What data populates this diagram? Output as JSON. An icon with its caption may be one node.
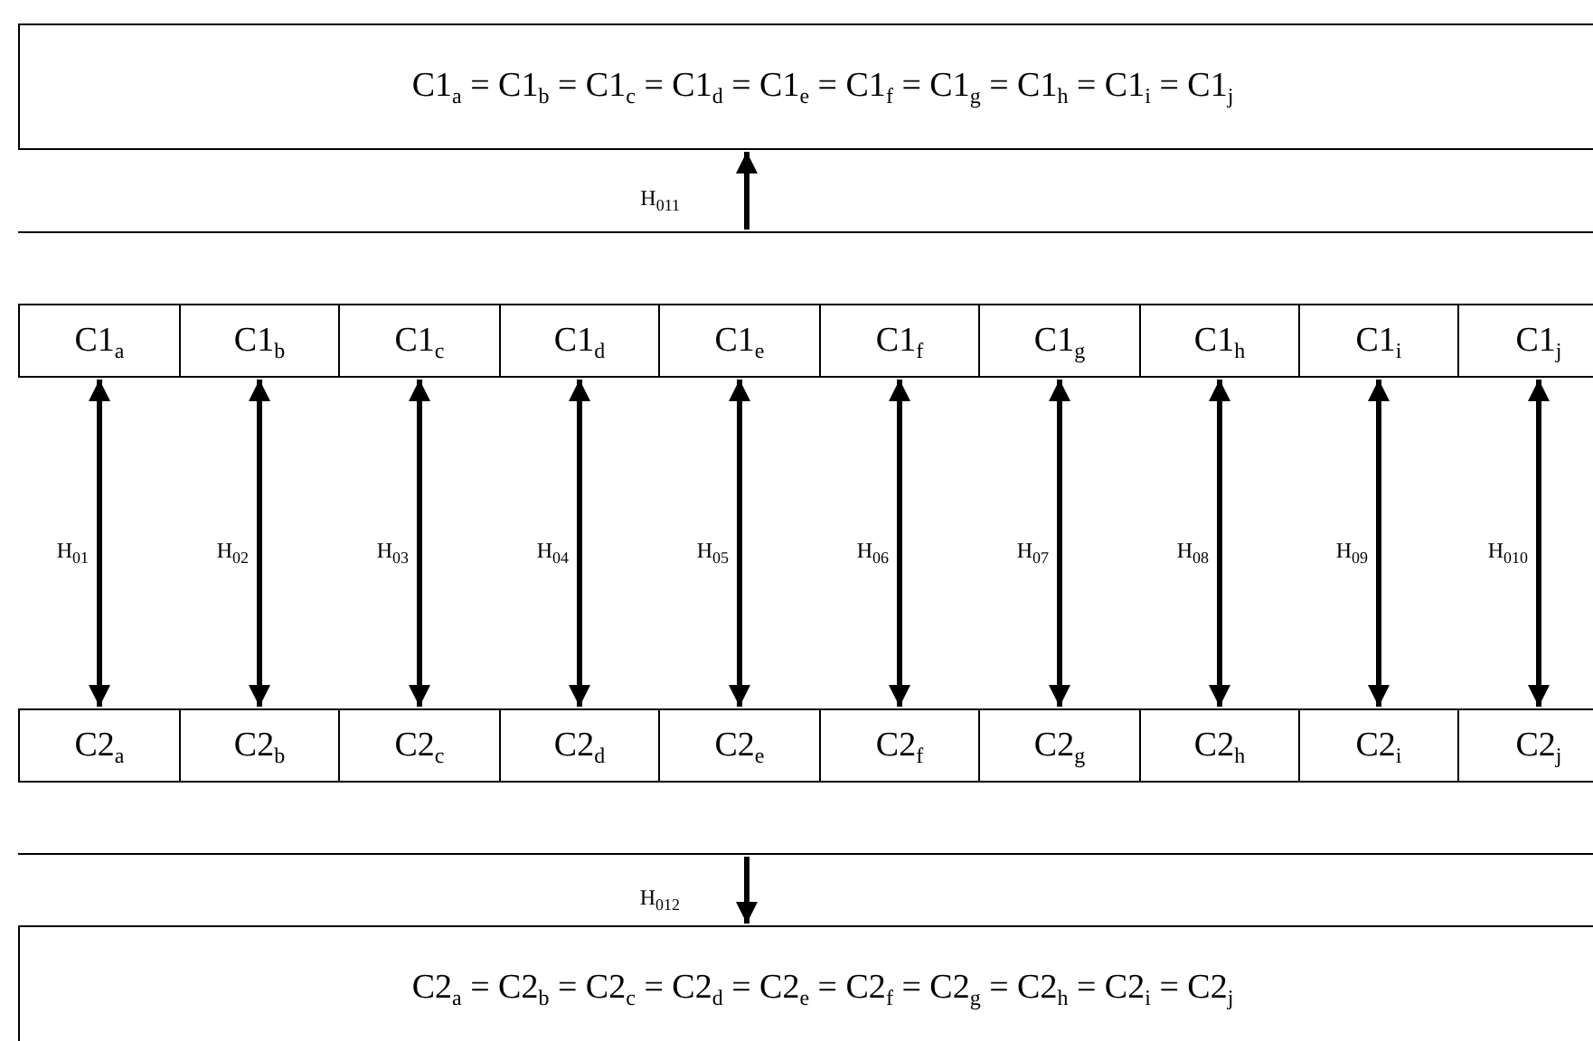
{
  "diagram": {
    "nodes": [
      {
        "text": [
          "C1$_{a}$ = C1$_{b}$ = C1$_{c}$ = C1$_{d}$ = C1$_{e}$ = C1$_{f}$ = C1$_{g}$ = C1$_{h}$ = C1$_{i}$ = C1$_{j}$"
        ]
      },
      {
        "text": [],
        "shape": "bar"
      },
      {
        "text": [
          "C1$_{a}$"
        ]
      },
      {
        "text": [
          "C1$_{b}$"
        ]
      },
      {
        "text": [
          "C1$_{c}$"
        ]
      },
      {
        "text": [
          "C1$_{d}$"
        ]
      },
      {
        "text": [
          "C1$_{e}$"
        ]
      },
      {
        "text": [
          "C1$_{f}$"
        ]
      },
      {
        "text": [
          "C1$_{g}$"
        ]
      },
      {
        "text": [
          "C1$_{h}$"
        ]
      },
      {
        "text": [
          "C1$_{i}$"
        ]
      },
      {
        "text": [
          "C1$_{j}$"
        ]
      },
      {
        "text": [
          "C2$_{a}$"
        ]
      },
      {
        "text": [
          "C2$_{b}$"
        ]
      },
      {
        "text": [
          "C2$_{c}$"
        ]
      },
      {
        "text": [
          "C2$_{d}$"
        ]
      },
      {
        "text": [
          "C2$_{e}$"
        ]
      },
      {
        "text": [
          "C2$_{f}$"
        ]
      },
      {
        "text": [
          "C2$_{g}$"
        ]
      },
      {
        "text": [
          "C2$_{h}$"
        ]
      },
      {
        "text": [
          "C2$_{i}$"
        ]
      },
      {
        "text": [
          "C2$_{j}$"
        ]
      },
      {
        "text": [],
        "shape": "bar"
      },
      {
        "text": [
          "C2$_{a}$ = C2$_{b}$ = C2$_{c}$ = C2$_{d}$ = C2$_{e}$ = C2$_{f}$ = C2$_{g}$ = C2$_{h}$ = C2$_{i}$ = C2$_{j}$"
        ]
      }
    ],
    "edges": [
      {
        "from": 1,
        "to": 0,
        "arrow": "to",
        "label": "H$_{011}$"
      },
      {
        "from": 2,
        "to": 12,
        "arrow": "both",
        "label": "H$_{01}$"
      },
      {
        "from": 3,
        "to": 13,
        "arrow": "both",
        "label": "H$_{02}$"
      },
      {
        "from": 4,
        "to": 14,
        "arrow": "both",
        "label": "H$_{03}$"
      },
      {
        "from": 5,
        "to": 15,
        "arrow": "both",
        "label": "H$_{04}$"
      },
      {
        "from": 6,
        "to": 16,
        "arrow": "both",
        "label": "H$_{05}$"
      },
      {
        "from": 7,
        "to": 17,
        "arrow": "both",
        "label": "H$_{06}$"
      },
      {
        "from": 8,
        "to": 18,
        "arrow": "both",
        "label": "H$_{07}$"
      },
      {
        "from": 9,
        "to": 19,
        "arrow": "both",
        "label": "H$_{08}$"
      },
      {
        "from": 10,
        "to": 20,
        "arrow": "both",
        "label": "H$_{09}$"
      },
      {
        "from": 11,
        "to": 21,
        "arrow": "both",
        "label": "H$_{010}$"
      },
      {
        "from": 22,
        "to": 23,
        "arrow": "to",
        "label": "H$_{012}$"
      }
    ]
  }
}
